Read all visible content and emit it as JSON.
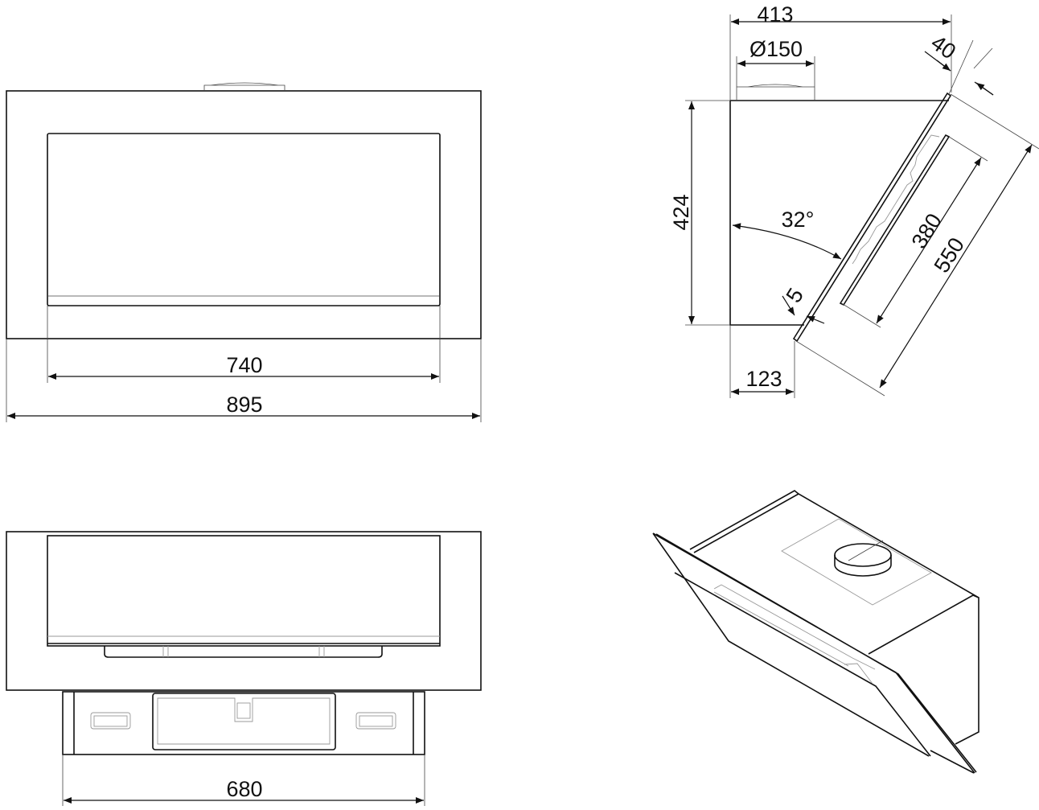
{
  "title": "Cooker hood dimension drawing",
  "dimensions": {
    "front_inner_width": "740",
    "front_total_width": "895",
    "bottom_width": "680",
    "side_depth": "413",
    "duct_diameter": "Ø150",
    "panel_offset": "40",
    "height": "424",
    "angle": "32°",
    "inner_panel_length": "380",
    "panel_length": "550",
    "glass_thickness": "5",
    "bottom_projection": "123"
  },
  "colors": {
    "line": "#111111",
    "thin": "#999999",
    "background": "#ffffff"
  }
}
